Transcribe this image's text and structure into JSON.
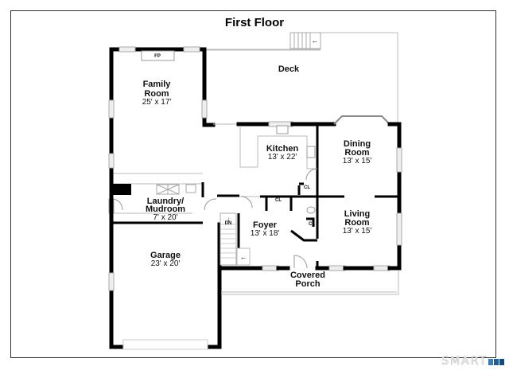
{
  "title": "First Floor",
  "rooms": {
    "deck": {
      "name": "Deck"
    },
    "family_room": {
      "name1": "Family",
      "name2": "Room",
      "dims": "25' x 17'"
    },
    "kitchen": {
      "name": "Kitchen",
      "dims": "13' x 22'"
    },
    "dining_room": {
      "name1": "Dining",
      "name2": "Room",
      "dims": "13' x 15'"
    },
    "laundry": {
      "name1": "Laundry/",
      "name2": "Mudroom",
      "dims": "7' x 20'"
    },
    "foyer": {
      "name": "Foyer",
      "dims": "13' x 18'"
    },
    "living_room": {
      "name1": "Living",
      "name2": "Room",
      "dims": "13' x 15'"
    },
    "garage": {
      "name": "Garage",
      "dims": "23' x 20'"
    },
    "porch": {
      "name1": "Covered",
      "name2": "Porch"
    }
  },
  "labels": {
    "fireplace": "FP",
    "closet": "CL",
    "down": "DN"
  },
  "logo": {
    "text": "SMART",
    "colors": [
      "#2f7fc1",
      "#1f5f99",
      "#134a7a"
    ]
  }
}
